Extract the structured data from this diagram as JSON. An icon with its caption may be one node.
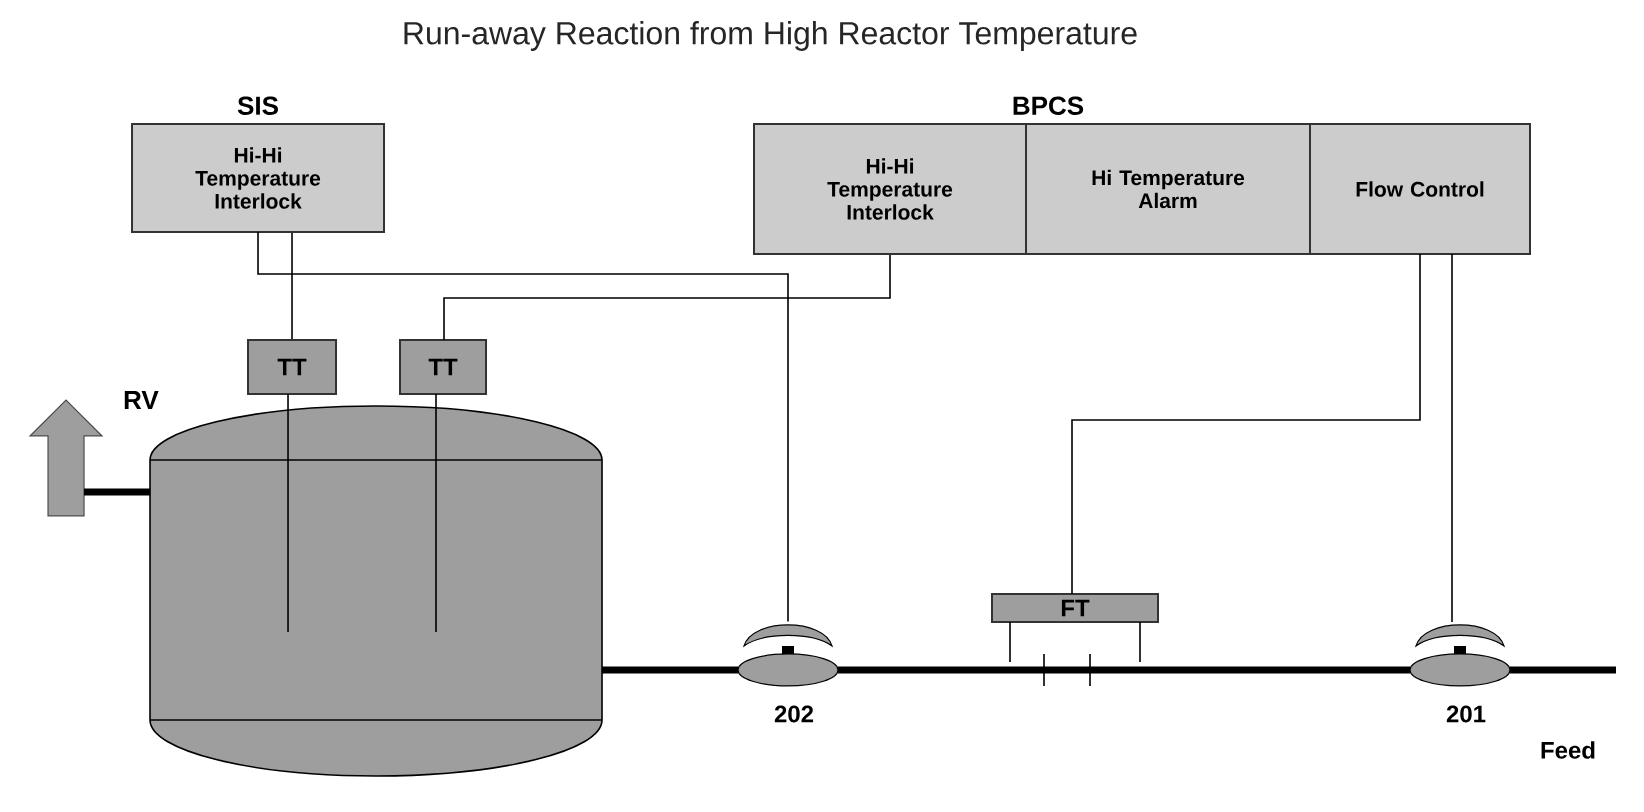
{
  "diagram": {
    "title": "Run-away Reaction from High Reactor Temperature",
    "nodes": [
      {
        "text": [
          "SIS",
          "Hi-Hi Temperature Interlock"
        ]
      },
      {
        "text": [
          "BPCS"
        ]
      },
      {
        "text": [
          "Hi-Hi Temperature Interlock"
        ],
        "in": 1
      },
      {
        "text": [
          "Hi Temperature Alarm"
        ],
        "in": 1
      },
      {
        "text": [
          "Flow Control"
        ],
        "in": 1
      },
      {
        "text": [
          "TT"
        ]
      },
      {
        "text": [
          "TT"
        ]
      },
      {
        "text": [
          "FT"
        ]
      },
      {
        "text": [],
        "shape": "valve",
        "beside": [
          "202"
        ]
      },
      {
        "text": [],
        "shape": "valve",
        "beside": [
          "201"
        ]
      },
      {
        "text": [],
        "shape": "cylinder"
      },
      {
        "text": [
          "Feed"
        ]
      },
      {
        "text": [],
        "shape": "arrow"
      }
    ],
    "labels": [
      "RV"
    ],
    "edges": [
      {
        "from": 0,
        "to": 5,
        "arrow": "none"
      },
      {
        "from": 0,
        "to": 8,
        "arrow": "none"
      },
      {
        "from": 2,
        "to": 6,
        "arrow": "none"
      },
      {
        "from": 4,
        "to": 7,
        "arrow": "none"
      },
      {
        "from": 4,
        "to": 9,
        "arrow": "none"
      },
      {
        "from": 5,
        "to": 10,
        "arrow": "none"
      },
      {
        "from": 6,
        "to": 10,
        "arrow": "none"
      },
      {
        "from": 10,
        "to": 8,
        "arrow": "none",
        "style": "thick"
      },
      {
        "from": 8,
        "to": 9,
        "arrow": "none",
        "style": "thick"
      },
      {
        "from": 9,
        "to": 11,
        "arrow": "none",
        "style": "thick"
      },
      {
        "from": 10,
        "to": 12,
        "arrow": "none",
        "style": "thick"
      }
    ]
  }
}
